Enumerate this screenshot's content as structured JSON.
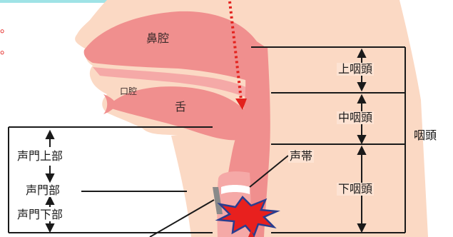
{
  "colors": {
    "skin": "#fbd9c4",
    "cavity": "#f08f8e",
    "cavity_light": "#f5a9a7",
    "lines": "#1a1a1a",
    "arrow": "#e3211d",
    "burst_fill": "#e8201e",
    "burst_outline": "#2a3d8f",
    "banner": "#9fe3e6"
  },
  "labels": {
    "nasal_cavity": "鼻腔",
    "oral_cavity": "口腔",
    "tongue": "舌",
    "vocal_cords": "声帯",
    "pharynx": "咽頭",
    "epipharynx": "上咽頭",
    "oropharynx": "中咽頭",
    "hypopharynx": "下咽頭",
    "supraglottis": "声門上部",
    "glottis": "声門部",
    "subglottis": "声門下部"
  },
  "fragments": {
    "mark_1": "。",
    "mark_2": "。"
  },
  "icons": {
    "dotted_arrow": "dotted-down-arrow-icon",
    "burst": "explosion-burst-icon"
  }
}
